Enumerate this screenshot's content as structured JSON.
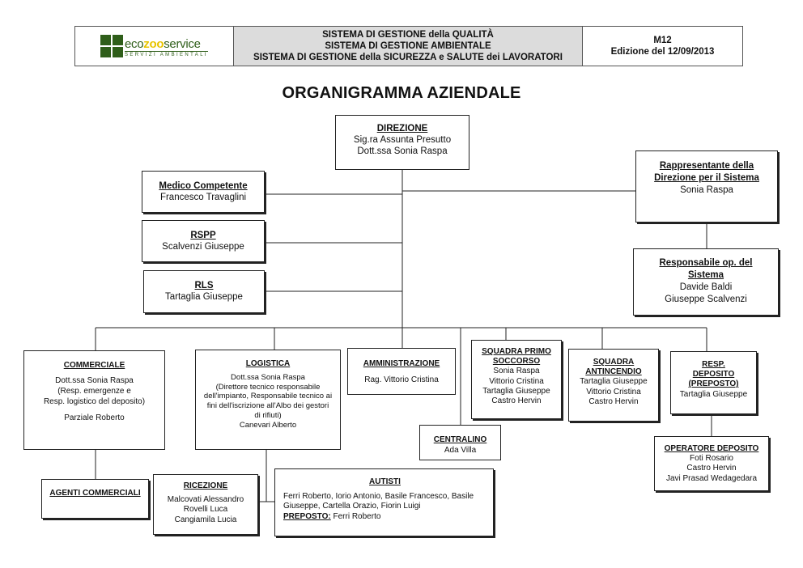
{
  "header": {
    "logo": {
      "eco": "eco",
      "mid": "zoo",
      "svc": "service",
      "sub": "SERVIZI AMBIENTALI"
    },
    "system_lines": [
      "SISTEMA DI GESTIONE della QUALITÀ",
      "SISTEMA DI GESTIONE AMBIENTALE",
      "SISTEMA DI GESTIONE della SICUREZZA e SALUTE dei LAVORATORI"
    ],
    "doc_code": "M12",
    "edition": "Edizione del 12/09/2013"
  },
  "page_title": "ORGANIGRAMMA AZIENDALE",
  "direzione": {
    "title": "DIREZIONE",
    "lines": [
      "Sig.ra Assunta Presutto",
      "Dott.ssa Sonia Raspa"
    ]
  },
  "medico": {
    "title": "Medico Competente",
    "lines": [
      "Francesco Travaglini"
    ]
  },
  "rspp": {
    "title": "RSPP",
    "lines": [
      "Scalvenzi Giuseppe"
    ]
  },
  "rls": {
    "title": "RLS",
    "lines": [
      "Tartaglia Giuseppe"
    ]
  },
  "rappresentante": {
    "title_lines": [
      "Rappresentante della",
      "Direzione per il Sistema"
    ],
    "lines": [
      "Sonia Raspa"
    ]
  },
  "responsabile_op": {
    "title_lines": [
      "Responsabile op. del",
      "Sistema"
    ],
    "lines": [
      "Davide Baldi",
      "Giuseppe Scalvenzi"
    ]
  },
  "commerciale": {
    "title": "COMMERCIALE",
    "lines": [
      "Dott.ssa Sonia Raspa",
      "(Resp. emergenze e",
      "Resp. logistico del deposito)"
    ],
    "extra": "Parziale Roberto"
  },
  "logistica": {
    "title": "LOGISTICA",
    "lines": [
      "Dott.ssa Sonia Raspa",
      "(Direttore tecnico responsabile",
      "dell'impianto, Responsabile tecnico ai",
      "fini dell'iscrizione all'Albo   dei gestori",
      "di rifiuti)",
      "Canevari Alberto"
    ]
  },
  "amministrazione": {
    "title": "AMMINISTRAZIONE",
    "lines": [
      "Rag. Vittorio Cristina"
    ]
  },
  "centralino": {
    "title": "CENTRALINO",
    "lines": [
      "Ada Villa"
    ]
  },
  "primo_soccorso": {
    "title_lines": [
      "SQUADRA PRIMO",
      "SOCCORSO"
    ],
    "lines": [
      "Sonia Raspa",
      "Vittorio Cristina",
      "Tartaglia Giuseppe",
      "Castro Hervin"
    ]
  },
  "antincendio": {
    "title_lines": [
      "SQUADRA",
      "ANTINCENDIO"
    ],
    "lines": [
      "Tartaglia Giuseppe",
      "Vittorio Cristina",
      "Castro Hervin"
    ]
  },
  "resp_deposito": {
    "title_lines": [
      "RESP.",
      "DEPOSITO",
      "(PREPOSTO)"
    ],
    "lines": [
      "Tartaglia Giuseppe"
    ]
  },
  "operatore_deposito": {
    "title": "OPERATORE DEPOSITO",
    "lines": [
      "Foti Rosario",
      "Castro Hervin",
      "Javi Prasad Wedagedara"
    ]
  },
  "agenti": {
    "title": "AGENTI COMMERCIALI"
  },
  "ricezione": {
    "title": "RICEZIONE",
    "lines": [
      "Malcovati Alessandro",
      "Rovelli Luca",
      "Cangiamila Lucia"
    ]
  },
  "autisti": {
    "title": "AUTISTI",
    "lines": [
      "Ferri Roberto, Iorio Antonio, Basile Francesco, Basile",
      "Giuseppe, Cartella Orazio, Fiorin Luigi"
    ],
    "preposto_label": "PREPOSTO:",
    "preposto_value": " Ferri Roberto"
  }
}
